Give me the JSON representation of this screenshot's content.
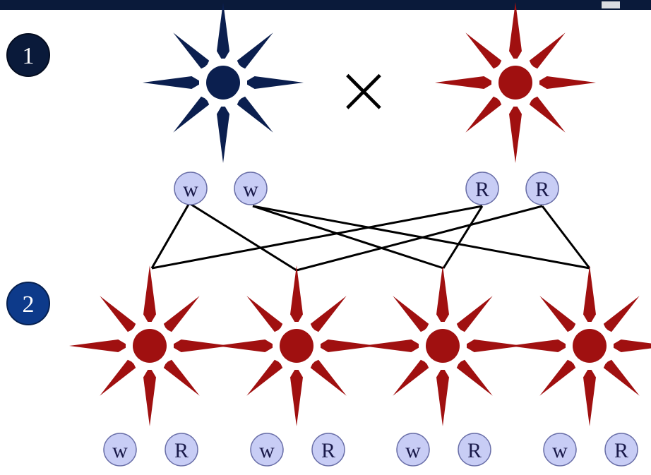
{
  "steps": [
    "1",
    "2"
  ],
  "cross_symbol": "×",
  "parents": [
    {
      "flower": "blue",
      "alleles": [
        "w",
        "w"
      ]
    },
    {
      "flower": "red",
      "alleles": [
        "R",
        "R"
      ]
    }
  ],
  "offspring": [
    {
      "flower": "red",
      "alleles": [
        "w",
        "R"
      ]
    },
    {
      "flower": "red",
      "alleles": [
        "w",
        "R"
      ]
    },
    {
      "flower": "red",
      "alleles": [
        "w",
        "R"
      ]
    },
    {
      "flower": "red",
      "alleles": [
        "w",
        "R"
      ]
    }
  ],
  "colors": {
    "top_bar": "#0a1a3a",
    "step1_badge": "#0a1a3a",
    "step2_badge": "#0d3a8a",
    "blue_flower": "#0b1f4f",
    "red_flower": "#a01010",
    "allele_fill": "#c8cdf5",
    "allele_stroke": "#6a6fa8",
    "lines": "#000000"
  }
}
